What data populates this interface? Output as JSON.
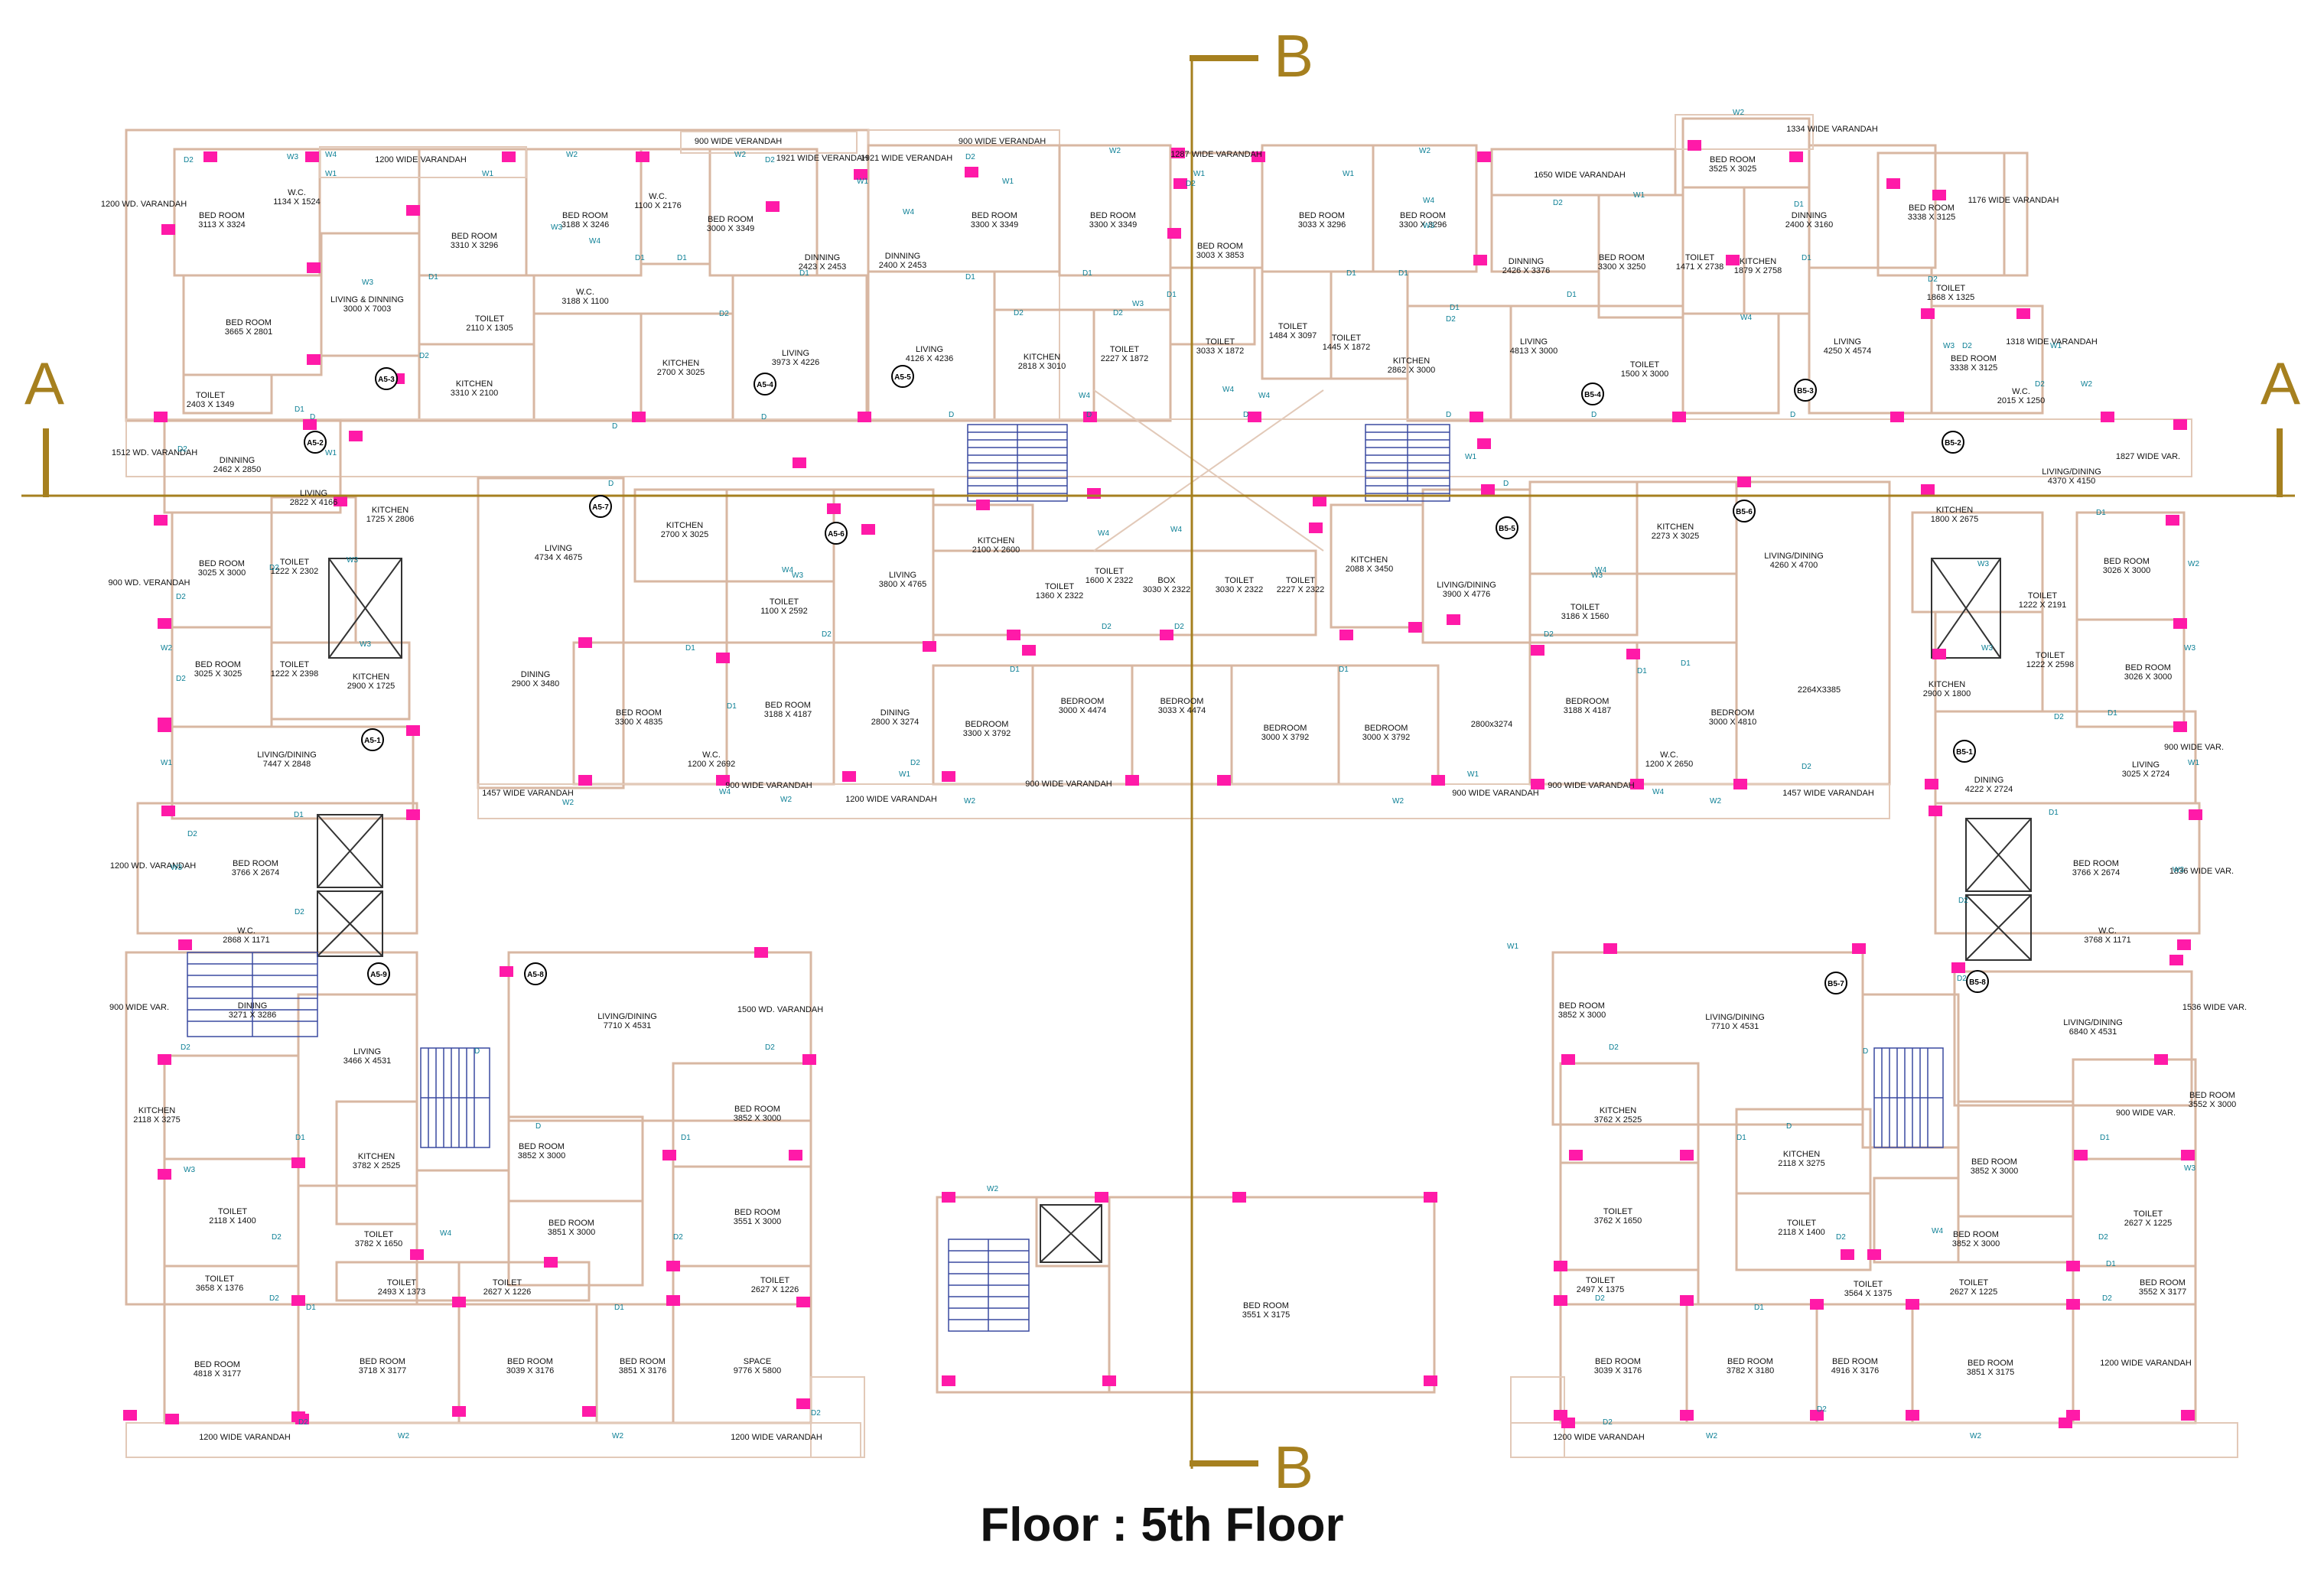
{
  "title": "Floor :  5th Floor",
  "sections": {
    "a_left": "A",
    "a_right": "A",
    "b_top": "B",
    "b_bottom": "B"
  },
  "units": [
    "A5-3",
    "A5-2",
    "A5-4",
    "A5-5",
    "A5-7",
    "A5-6",
    "A5-1",
    "A5-9",
    "A5-8",
    "B5-4",
    "B5-3",
    "B5-2",
    "B5-5",
    "B5-6",
    "B5-1",
    "B5-7",
    "B5-8"
  ],
  "tags": [
    "D",
    "D1",
    "D2",
    "W1",
    "W2",
    "W3",
    "W4"
  ],
  "rooms": [
    [
      "BED ROOM",
      "3113 X 3324"
    ],
    [
      "W.C.",
      "1134 X 1524"
    ],
    [
      "1200  WIDE VARANDAH",
      ""
    ],
    [
      "LIVING & DINNING",
      "3000 X 7003"
    ],
    [
      "BED ROOM",
      "3310 X 3296"
    ],
    [
      "BED ROOM",
      "3188 X 3246"
    ],
    [
      "W.C.",
      "1100 X 2176"
    ],
    [
      "W.C.",
      "3188 X 1100"
    ],
    [
      "900  WIDE VERANDAH",
      ""
    ],
    [
      "BED ROOM",
      "3000 X 3349"
    ],
    [
      "1921  WIDE VERANDAH",
      ""
    ],
    [
      "DINNING",
      "2423 X 2453"
    ],
    [
      "BED ROOM",
      "3665 X 2801"
    ],
    [
      "TOILET",
      "2403 X 1349"
    ],
    [
      "TOILET",
      "2110 X 1305"
    ],
    [
      "KITCHEN",
      "3310 X 2100"
    ],
    [
      "KITCHEN",
      "2700 X 3025"
    ],
    [
      "LIVING",
      "3973 X 4226"
    ],
    [
      "1921  WIDE VERANDAH",
      ""
    ],
    [
      "900  WIDE VERANDAH",
      ""
    ],
    [
      "DINNING",
      "2400 X 2453"
    ],
    [
      "BED ROOM",
      "3300 X 3349"
    ],
    [
      "BED ROOM",
      "3300 X 3349"
    ],
    [
      "LIVING",
      "4126 X 4236"
    ],
    [
      "KITCHEN",
      "2818 X 3010"
    ],
    [
      "TOILET",
      "2227 X 1872"
    ],
    [
      "1287  WIDE VARANDAH",
      ""
    ],
    [
      "BED ROOM",
      "3003 X 3853"
    ],
    [
      "TOILET",
      "3033 X 1872"
    ],
    [
      "TOILET",
      "1484 X 3097"
    ],
    [
      "TOILET",
      "1445 X 1872"
    ],
    [
      "BED ROOM",
      "3033 X 3296"
    ],
    [
      "BED ROOM",
      "3300 X 3296"
    ],
    [
      "KITCHEN",
      "2862 X 3000"
    ],
    [
      "1650  WIDE VARANDAH",
      ""
    ],
    [
      "BED ROOM",
      "3525 X 3025"
    ],
    [
      "1334  WIDE VARANDAH",
      ""
    ],
    [
      "DINNING",
      "2426 X 3376"
    ],
    [
      "BED ROOM",
      "3300 X 3250"
    ],
    [
      "TOILET",
      "1471 X 2738"
    ],
    [
      "KITCHEN",
      "1879 X 2758"
    ],
    [
      "DINNING",
      "2400 X 3160"
    ],
    [
      "LIVING",
      "4813 X 3000"
    ],
    [
      "TOILET",
      "1500 X 3000"
    ],
    [
      "LIVING",
      "4250 X 4574"
    ],
    [
      "BED ROOM",
      "3338 X 3125"
    ],
    [
      "1176  WIDE VARANDAH",
      ""
    ],
    [
      "TOILET",
      "1868 X 1325"
    ],
    [
      "BED ROOM",
      "3338 X 3125"
    ],
    [
      "1318  WIDE VARANDAH",
      ""
    ],
    [
      "W.C.",
      "2015 X 1250"
    ],
    [
      "1200 WD. VARANDAH",
      ""
    ],
    [
      "1512 WD. VARANDAH",
      ""
    ],
    [
      "DINNING",
      "2462 X 2850"
    ],
    [
      "LIVING",
      "2822 X 4166"
    ],
    [
      "KITCHEN",
      "1725 X 2806"
    ],
    [
      "900 WD. VERANDAH",
      ""
    ],
    [
      "BED ROOM",
      "3025 X 3000"
    ],
    [
      "TOILET",
      "1222 X 2302"
    ],
    [
      "LIVING",
      "4734 X 4675"
    ],
    [
      "KITCHEN",
      "2700 X 3025"
    ],
    [
      "TOILET",
      "1100 X 2592"
    ],
    [
      "LIVING",
      "3800 X 4765"
    ],
    [
      "KITCHEN",
      "2100 X 2600"
    ],
    [
      "TOILET",
      "1600 X 2322"
    ],
    [
      "TOILET",
      "1360 X 2322"
    ],
    [
      "BOX",
      "3030 X 2322"
    ],
    [
      "TOILET",
      "3030 X 2322"
    ],
    [
      "TOILET",
      "2227 X 2322"
    ],
    [
      "KITCHEN",
      "2088 X 3450"
    ],
    [
      "LIVING/DINING",
      "3900 X 4776"
    ],
    [
      "TOILET",
      "3186 X 1560"
    ],
    [
      "KITCHEN",
      "2273 X 3025"
    ],
    [
      "LIVING/DINING",
      "4260 X 4700"
    ],
    [
      "1827  WIDE VAR.",
      ""
    ],
    [
      "LIVING/DINING",
      "4370 X 4150"
    ],
    [
      "KITCHEN",
      "1800 X 2675"
    ],
    [
      "BED ROOM",
      "3026 X 3000"
    ],
    [
      "TOILET",
      "1222 X 2191"
    ],
    [
      "BED ROOM",
      "3025 X 3025"
    ],
    [
      "TOILET",
      "1222 X 2398"
    ],
    [
      "KITCHEN",
      "2900 X 1725"
    ],
    [
      "DINING",
      "2900 X 3480"
    ],
    [
      "BED ROOM",
      "3300 X 4835"
    ],
    [
      "BED ROOM",
      "3188 X 4187"
    ],
    [
      "W.C.",
      "1200 X 2692"
    ],
    [
      "DINING",
      "2800 X 3274"
    ],
    [
      "BEDROOM",
      "3300 X 3792"
    ],
    [
      "BEDROOM",
      "3000 X 4474"
    ],
    [
      "BEDROOM",
      "3033 X 4474"
    ],
    [
      "BEDROOM",
      "3000 X 3792"
    ],
    [
      "BEDROOM",
      "3000 X 3792"
    ],
    [
      "2800x3274",
      ""
    ],
    [
      "BEDROOM",
      "3188 X 4187"
    ],
    [
      "W.C.",
      "1200 X 2650"
    ],
    [
      "BEDROOM",
      "3000 X 4810"
    ],
    [
      "2264X3385",
      ""
    ],
    [
      "TOILET",
      "1222 X 2598"
    ],
    [
      "BED ROOM",
      "3026 X 3000"
    ],
    [
      "KITCHEN",
      "2900 X 1800"
    ],
    [
      "LIVING/DINING",
      "7447 X 2848"
    ],
    [
      "1457  WIDE VARANDAH",
      ""
    ],
    [
      "900  WIDE VARANDAH",
      ""
    ],
    [
      "1200  WIDE VARANDAH",
      ""
    ],
    [
      "900  WIDE VARANDAH",
      ""
    ],
    [
      "900  WIDE VARANDAH",
      ""
    ],
    [
      "900  WIDE VARANDAH",
      ""
    ],
    [
      "1457  WIDE VARANDAH",
      ""
    ],
    [
      "DINING",
      "4222 X 2724"
    ],
    [
      "LIVING",
      "3025 X 2724"
    ],
    [
      "900  WIDE VAR.",
      ""
    ],
    [
      "1200 WD. VARANDAH",
      ""
    ],
    [
      "BED ROOM",
      "3766 X 2674"
    ],
    [
      "W.C.",
      "2868 X 1171"
    ],
    [
      "BED ROOM",
      "3766 X 2674"
    ],
    [
      "W.C.",
      "3768 X 1171"
    ],
    [
      "1836  WIDE VAR.",
      ""
    ],
    [
      "900  WIDE VAR.",
      ""
    ],
    [
      "DINING",
      "3271 X 3286"
    ],
    [
      "LIVING",
      "3466 X 4531"
    ],
    [
      "LIVING/DINING",
      "7710 X 4531"
    ],
    [
      "1500 WD. VARANDAH",
      ""
    ],
    [
      "LIVING/DINING",
      "7710 X 4531"
    ],
    [
      "LIVING/DINING",
      "6840 X 4531"
    ],
    [
      "1536  WIDE VAR.",
      ""
    ],
    [
      "BED ROOM",
      "3852 X 3000"
    ],
    [
      "KITCHEN",
      "2118 X 3275"
    ],
    [
      "KITCHEN",
      "3782 X 2525"
    ],
    [
      "BED ROOM",
      "3852 X 3000"
    ],
    [
      "BED ROOM",
      "3852 X 3000"
    ],
    [
      "KITCHEN",
      "3762 X 2525"
    ],
    [
      "KITCHEN",
      "2118 X 3275"
    ],
    [
      "BED ROOM",
      "3852 X 3000"
    ],
    [
      "900  WIDE VAR.",
      ""
    ],
    [
      "BED ROOM",
      "3552 X 3000"
    ],
    [
      "TOILET",
      "2118 X 1400"
    ],
    [
      "TOILET",
      "3782 X 1650"
    ],
    [
      "BED ROOM",
      "3851 X 3000"
    ],
    [
      "BED ROOM",
      "3551 X 3000"
    ],
    [
      "TOILET",
      "3762 X 1650"
    ],
    [
      "TOILET",
      "2118 X 1400"
    ],
    [
      "BED ROOM",
      "3852 X 3000"
    ],
    [
      "TOILET",
      "2627 X 1225"
    ],
    [
      "TOILET",
      "3658 X 1376"
    ],
    [
      "TOILET",
      "2493 X 1373"
    ],
    [
      "TOILET",
      "2627 X 1226"
    ],
    [
      "TOILET",
      "2627 X 1226"
    ],
    [
      "TOILET",
      "2497 X 1375"
    ],
    [
      "TOILET",
      "3564 X 1375"
    ],
    [
      "TOILET",
      "2627 X 1225"
    ],
    [
      "BED ROOM",
      "3552 X 3177"
    ],
    [
      "BED ROOM",
      "4818 X 3177"
    ],
    [
      "BED ROOM",
      "3718 X 3177"
    ],
    [
      "BED ROOM",
      "3039 X 3176"
    ],
    [
      "BED ROOM",
      "3851 X 3176"
    ],
    [
      "SPACE",
      "9776 X 5800"
    ],
    [
      "BED ROOM",
      "3551 X 3175"
    ],
    [
      "BED ROOM",
      "3039 X 3176"
    ],
    [
      "BED ROOM",
      "3782 X 3180"
    ],
    [
      "BED ROOM",
      "4916 X 3176"
    ],
    [
      "BED ROOM",
      "3851 X 3175"
    ],
    [
      "1200  WIDE VARANDAH",
      ""
    ],
    [
      "1200  WIDE VARANDAH",
      ""
    ],
    [
      "1200  WIDE VARANDAH",
      ""
    ],
    [
      "1200  WIDE VARANDAH",
      ""
    ]
  ]
}
